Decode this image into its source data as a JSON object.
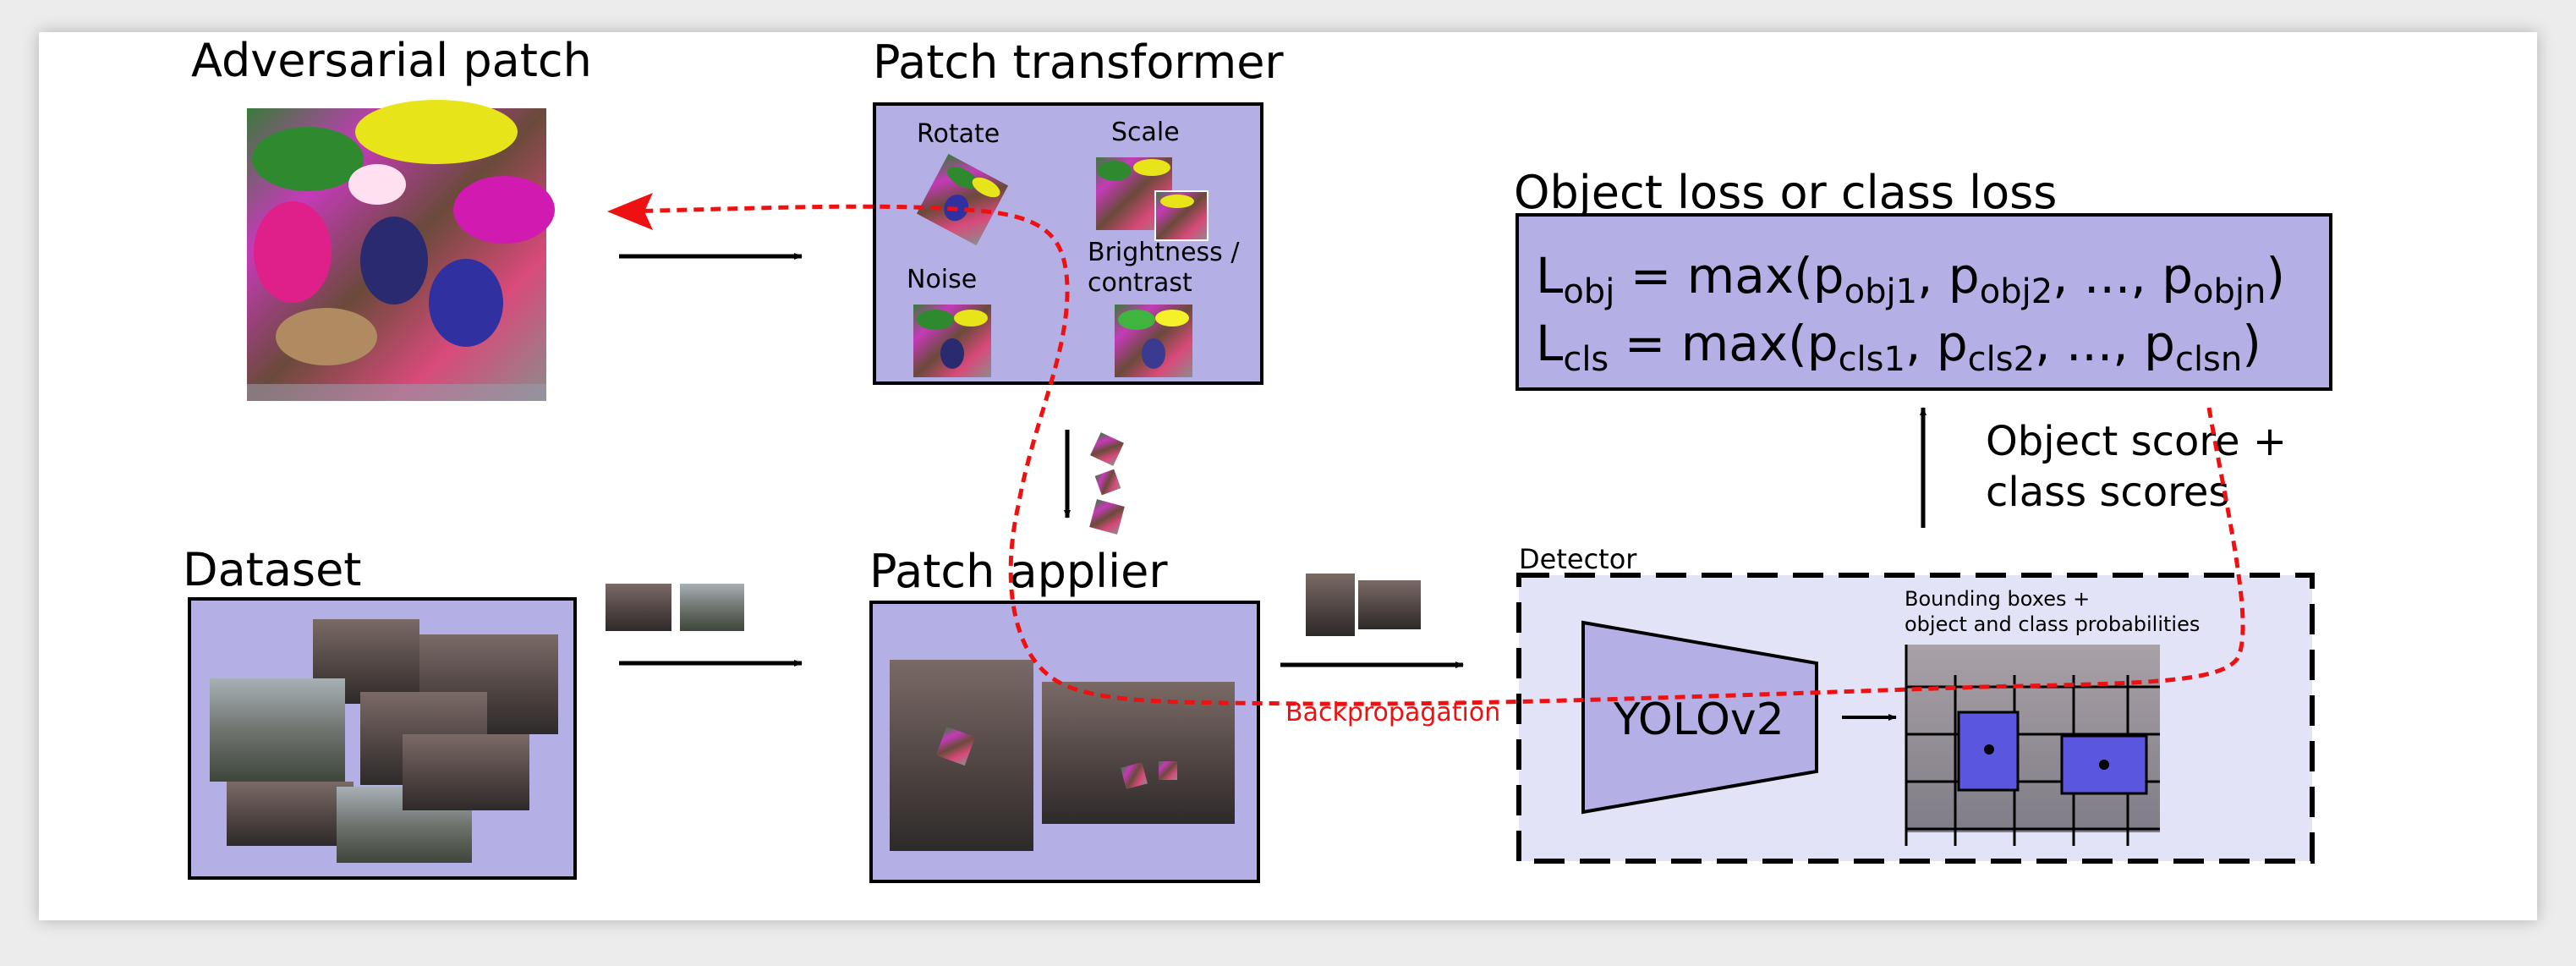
{
  "adversarial_patch": {
    "title": "Adversarial patch"
  },
  "patch_transformer": {
    "title": "Patch transformer",
    "ops": {
      "rotate": "Rotate",
      "scale": "Scale",
      "noise": "Noise",
      "brightness_line1": "Brightness /",
      "brightness_line2": "contrast"
    }
  },
  "dataset": {
    "title": "Dataset"
  },
  "patch_applier": {
    "title": "Patch applier"
  },
  "detector": {
    "title": "Detector",
    "model": "YOLOv2",
    "output_line1": "Bounding boxes +",
    "output_line2": "object and class probabilities"
  },
  "loss": {
    "title": "Object loss or class loss",
    "obj": {
      "lhs": "L",
      "lhs_sub": "obj",
      "eq": " = max(p",
      "s1": "obj1",
      "t1": ", p",
      "s2": "obj2",
      "t2": ", ..., p",
      "s3": "objn",
      "end": ")"
    },
    "cls": {
      "lhs": "L",
      "lhs_sub": "cls",
      "eq": " = max(p",
      "s1": "cls1",
      "t1": ", p",
      "s2": "cls2",
      "t2": ", ..., p",
      "s3": "clsn",
      "end": ")"
    }
  },
  "scores": {
    "line1": "Object score +",
    "line2": "class scores"
  },
  "backprop": {
    "label": "Backpropagation",
    "color": "#ee1111"
  },
  "colors": {
    "box_fill": "#b4b0e6",
    "detector_fill": "#e3e3f8",
    "bbox_fill": "#5a56de"
  }
}
